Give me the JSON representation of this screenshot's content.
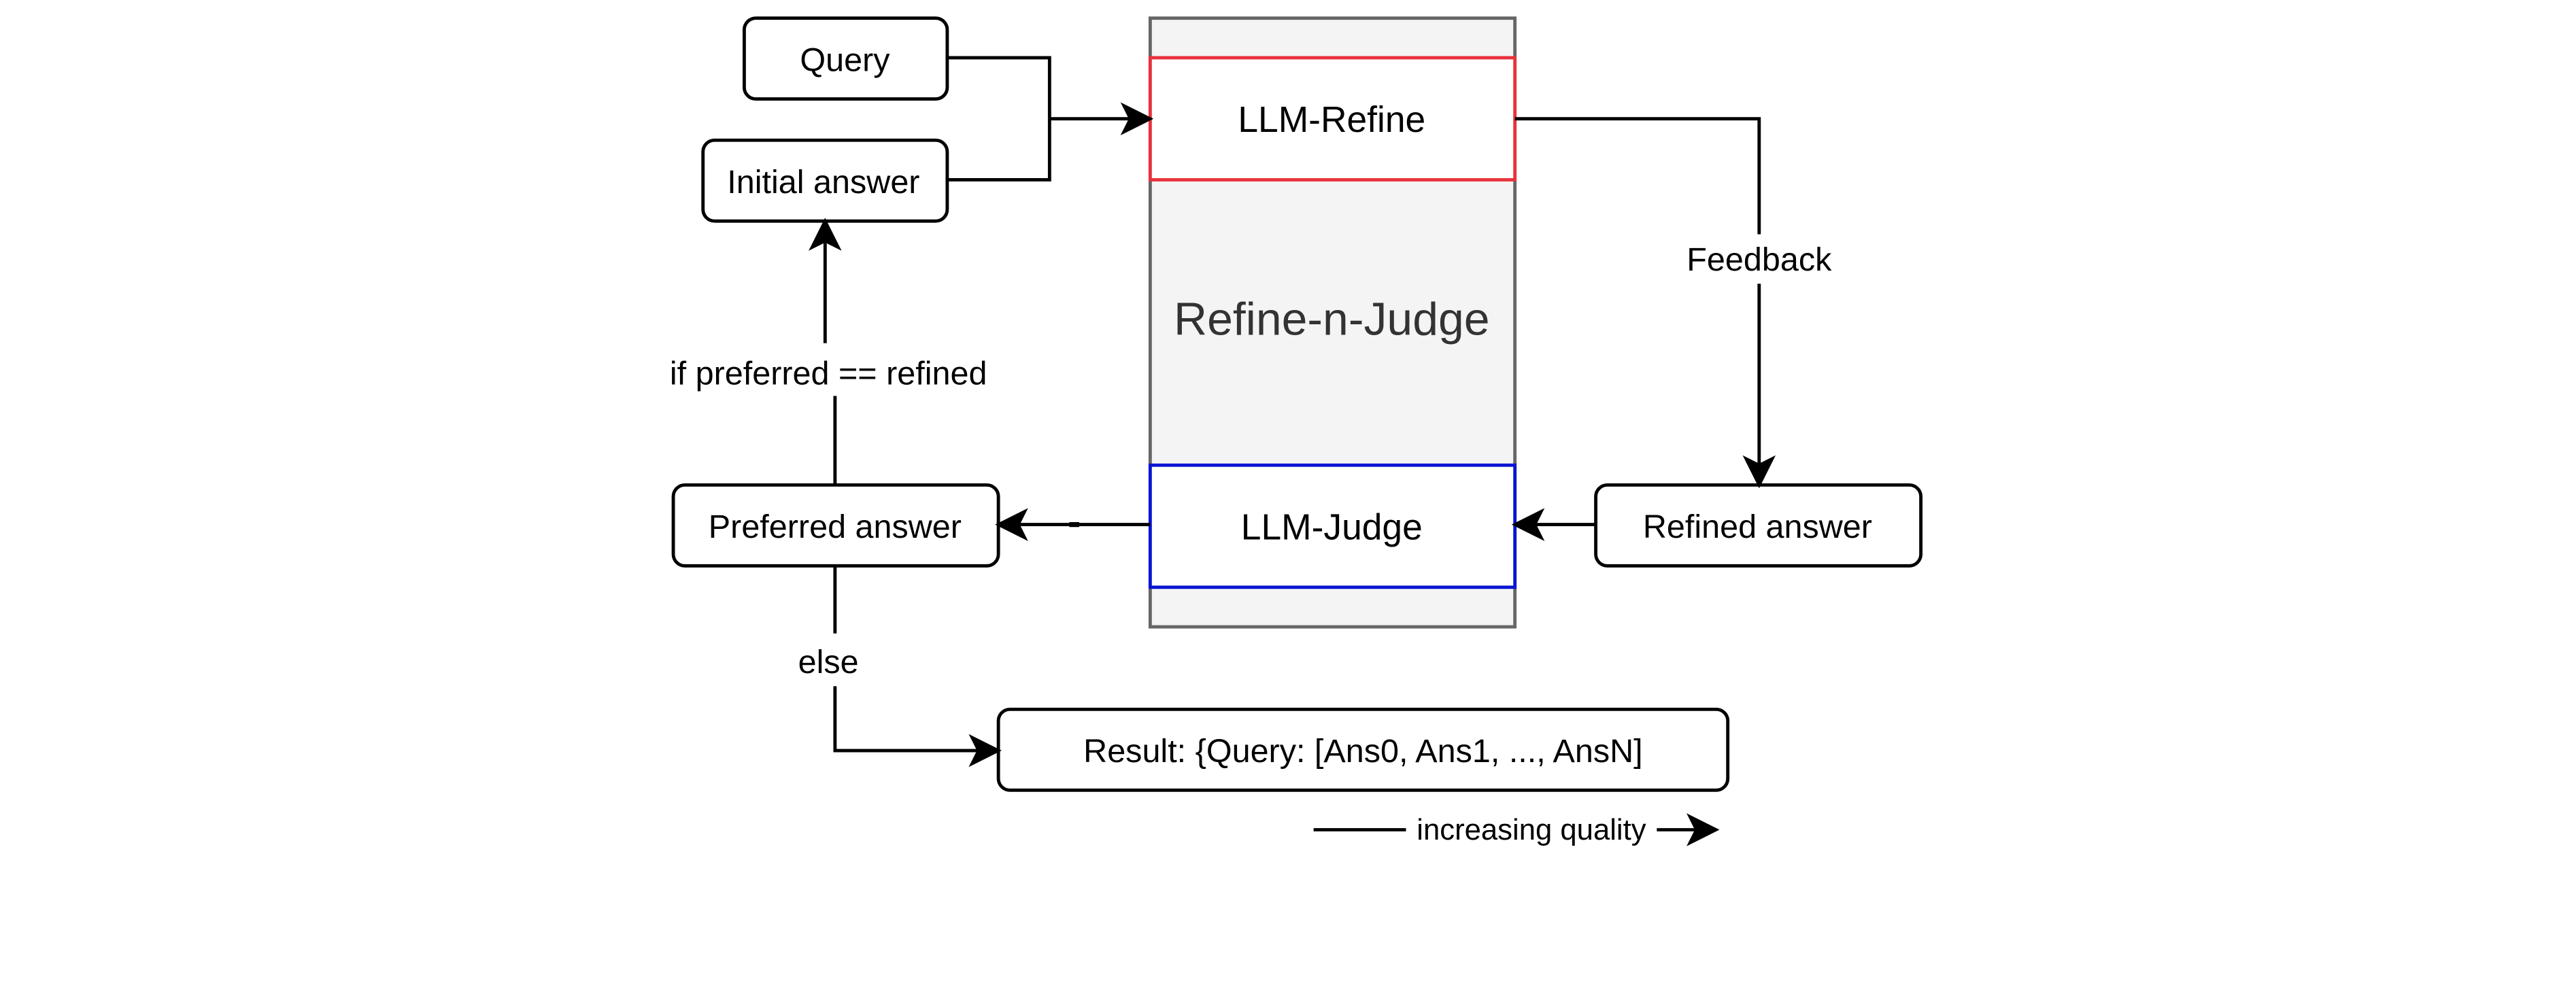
{
  "diagram": {
    "nodes": {
      "query": "Query",
      "initial_answer": "Initial answer",
      "llm_refine": "LLM-Refine",
      "container_title": "Refine-n-Judge",
      "llm_judge": "LLM-Judge",
      "refined_answer": "Refined answer",
      "preferred_answer": "Preferred answer",
      "result": "Result: {Query: [Ans0, Ans1, ..., AnsN]"
    },
    "edges": {
      "feedback": "Feedback",
      "if_refined": "if preferred == refined",
      "else": "else",
      "increasing_quality": "increasing quality"
    },
    "colors": {
      "refine_border": "#e8323c",
      "judge_border": "#0a14d2",
      "container_fill": "#f4f4f4",
      "container_border": "#666666",
      "container_title": "#333333",
      "line": "#000000"
    }
  }
}
